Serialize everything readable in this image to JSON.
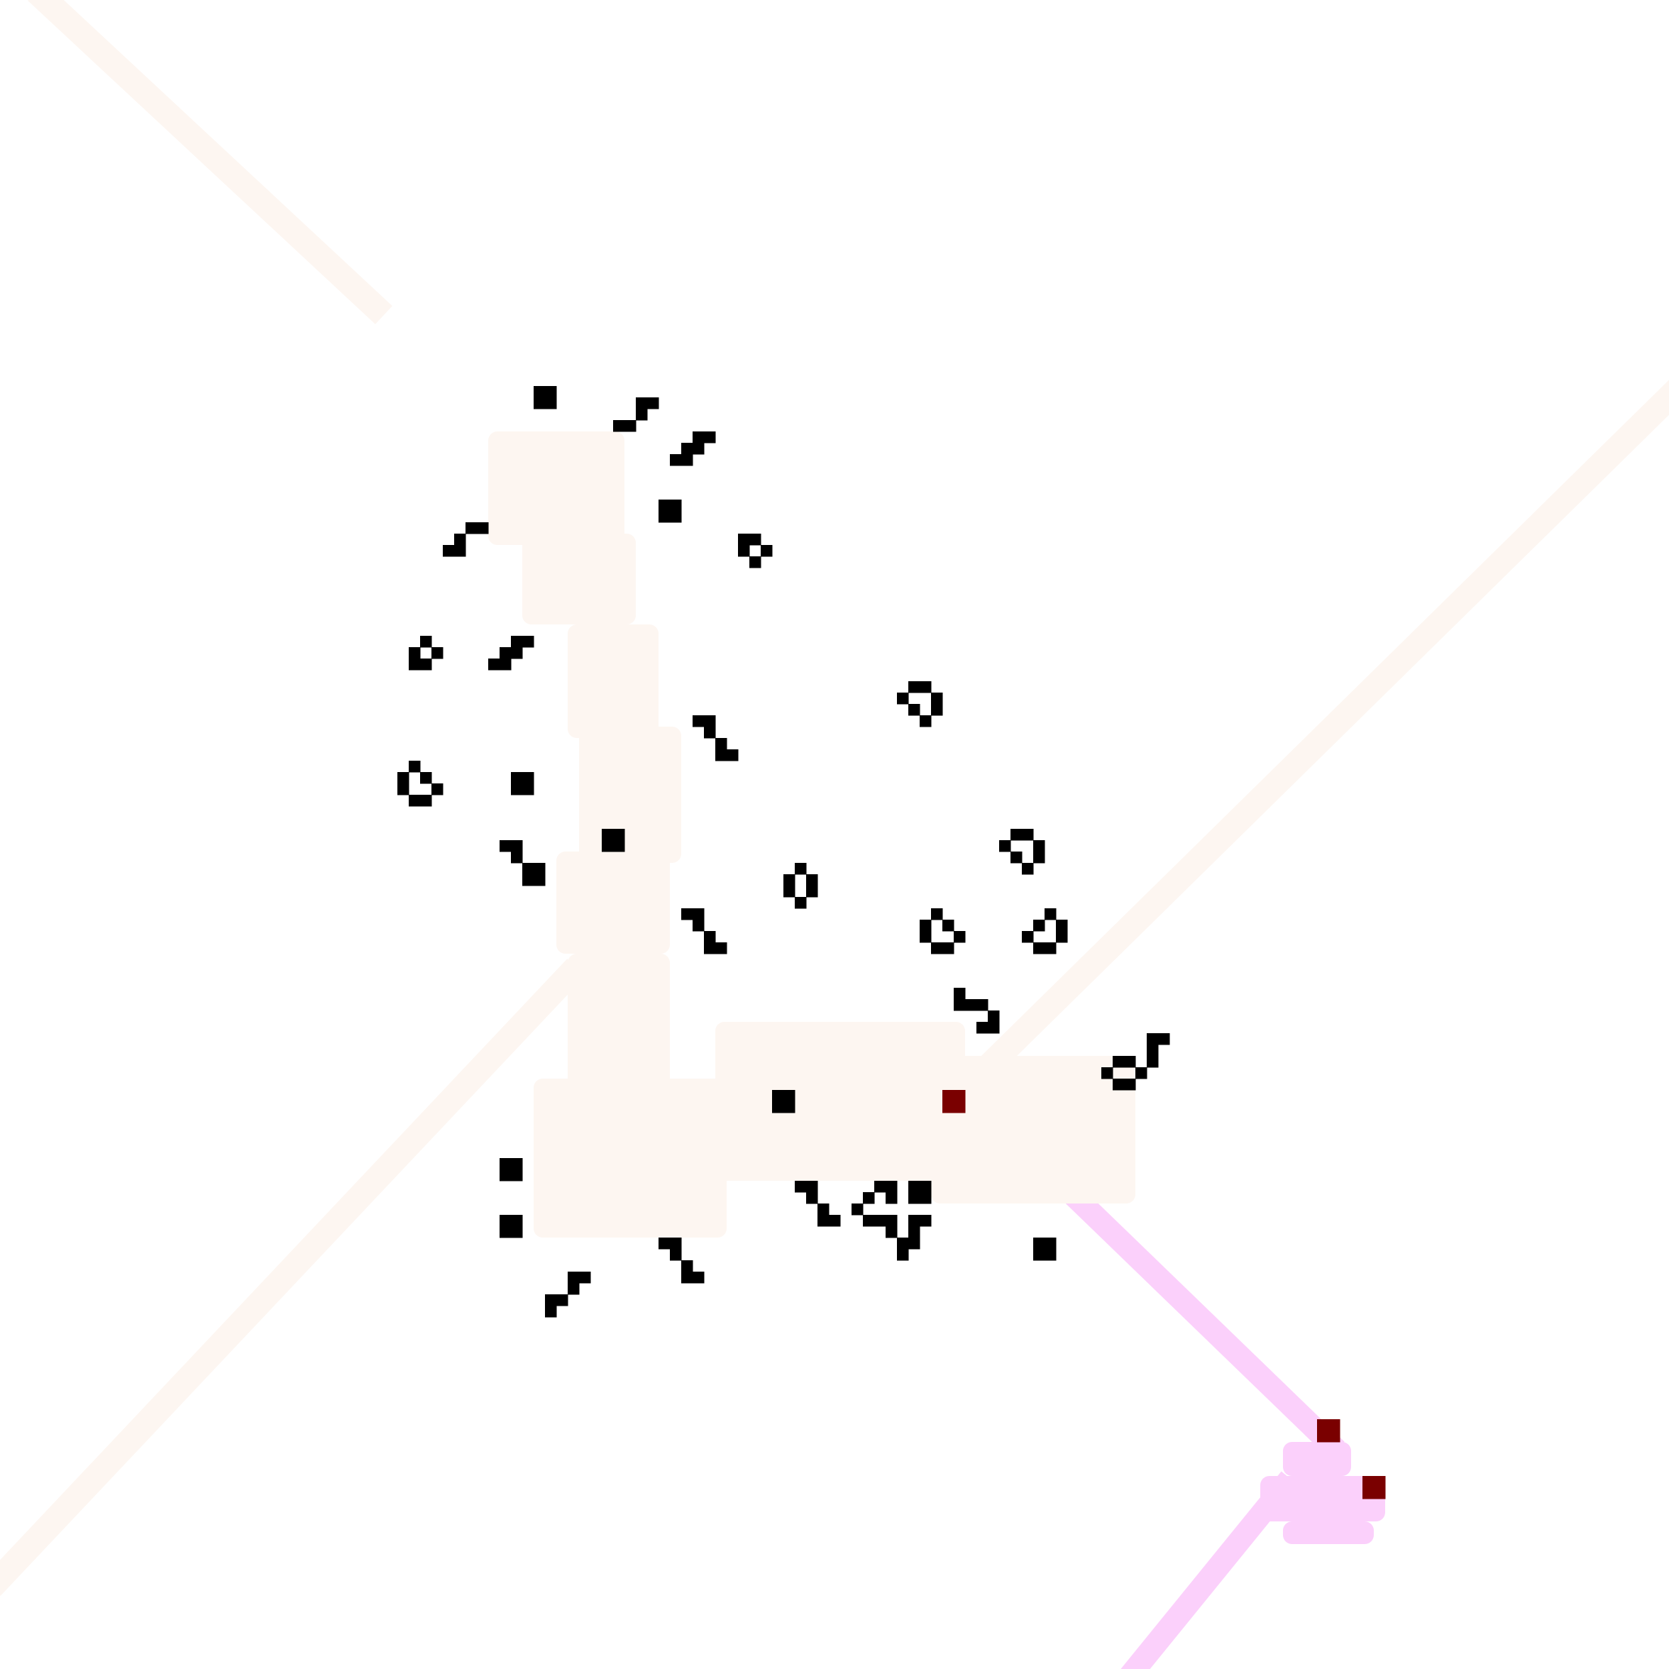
{
  "colors": {
    "background": "#ffffff",
    "trail": "#fdf6f1",
    "trail_highlight": "#fbd0fb",
    "cell_live": "#000000",
    "cell_marker": "#7a0000"
  },
  "grid": {
    "columns": 147,
    "rows": 147
  },
  "trails": [
    {
      "kind": "background-trail",
      "points": [
        [
          4,
          0
        ],
        [
          33,
          27
        ]
      ]
    },
    {
      "kind": "background-trail",
      "points": [
        [
          147,
          35
        ],
        [
          88,
          93
        ]
      ]
    },
    {
      "kind": "background-trail",
      "points": [
        [
          0,
          139
        ],
        [
          50,
          86
        ]
      ]
    },
    {
      "kind": "highlight-trail",
      "points": [
        [
          86,
          97
        ],
        [
          117,
          127
        ]
      ]
    },
    {
      "kind": "highlight-trail",
      "points": [
        [
          113,
          131
        ],
        [
          100,
          147
        ]
      ]
    }
  ],
  "regions": [
    {
      "kind": "background-blob",
      "cells": [
        [
          43,
          38,
          12,
          10
        ],
        [
          46,
          47,
          10,
          8
        ],
        [
          50,
          55,
          8,
          10
        ],
        [
          51,
          64,
          9,
          12
        ],
        [
          49,
          75,
          10,
          9
        ],
        [
          50,
          84,
          9,
          12
        ],
        [
          47,
          95,
          17,
          14
        ],
        [
          63,
          90,
          22,
          14
        ],
        [
          82,
          93,
          18,
          13
        ]
      ]
    },
    {
      "kind": "highlight-blob",
      "cells": [
        [
          113,
          127,
          6,
          3
        ],
        [
          111,
          130,
          11,
          4
        ],
        [
          113,
          134,
          8,
          2
        ]
      ]
    }
  ],
  "patterns": [
    {
      "name": "block",
      "cells": [
        [
          47,
          34
        ],
        [
          48,
          34
        ],
        [
          47,
          35
        ],
        [
          48,
          35
        ]
      ]
    },
    {
      "name": "glider",
      "cells": [
        [
          56,
          35
        ],
        [
          57,
          35
        ],
        [
          56,
          36
        ],
        [
          55,
          37
        ],
        [
          54,
          37
        ]
      ]
    },
    {
      "name": "glider",
      "cells": [
        [
          61,
          38
        ],
        [
          62,
          38
        ],
        [
          60,
          39
        ],
        [
          61,
          39
        ],
        [
          59,
          40
        ],
        [
          60,
          40
        ]
      ]
    },
    {
      "name": "block",
      "cells": [
        [
          58,
          44
        ],
        [
          59,
          44
        ],
        [
          58,
          45
        ],
        [
          59,
          45
        ]
      ]
    },
    {
      "name": "glider",
      "cells": [
        [
          41,
          46
        ],
        [
          42,
          46
        ],
        [
          40,
          47
        ],
        [
          40,
          48
        ],
        [
          39,
          48
        ]
      ]
    },
    {
      "name": "boat",
      "cells": [
        [
          65,
          47
        ],
        [
          66,
          47
        ],
        [
          65,
          48
        ],
        [
          67,
          48
        ],
        [
          66,
          49
        ]
      ]
    },
    {
      "name": "boat",
      "cells": [
        [
          37,
          56
        ],
        [
          36,
          57
        ],
        [
          38,
          57
        ],
        [
          36,
          58
        ],
        [
          37,
          58
        ]
      ]
    },
    {
      "name": "glider",
      "cells": [
        [
          45,
          56
        ],
        [
          46,
          56
        ],
        [
          44,
          57
        ],
        [
          45,
          57
        ],
        [
          43,
          58
        ],
        [
          44,
          58
        ]
      ]
    },
    {
      "name": "loaf",
      "cells": [
        [
          80,
          60
        ],
        [
          81,
          60
        ],
        [
          79,
          61
        ],
        [
          82,
          61
        ],
        [
          80,
          62
        ],
        [
          82,
          62
        ],
        [
          81,
          63
        ]
      ]
    },
    {
      "name": "glider",
      "cells": [
        [
          61,
          63
        ],
        [
          62,
          63
        ],
        [
          62,
          64
        ],
        [
          63,
          65
        ],
        [
          63,
          66
        ],
        [
          64,
          66
        ]
      ]
    },
    {
      "name": "loaf",
      "cells": [
        [
          36,
          67
        ],
        [
          35,
          68
        ],
        [
          37,
          68
        ],
        [
          35,
          69
        ],
        [
          38,
          69
        ],
        [
          36,
          70
        ],
        [
          37,
          70
        ]
      ]
    },
    {
      "name": "block",
      "cells": [
        [
          45,
          68
        ],
        [
          46,
          68
        ],
        [
          45,
          69
        ],
        [
          46,
          69
        ]
      ]
    },
    {
      "name": "block",
      "cells": [
        [
          53,
          73
        ],
        [
          54,
          73
        ],
        [
          53,
          74
        ],
        [
          54,
          74
        ]
      ]
    },
    {
      "name": "glider",
      "cells": [
        [
          44,
          74
        ],
        [
          45,
          74
        ],
        [
          45,
          75
        ],
        [
          46,
          76
        ],
        [
          47,
          76
        ],
        [
          46,
          77
        ],
        [
          47,
          77
        ]
      ]
    },
    {
      "name": "loaf",
      "cells": [
        [
          89,
          73
        ],
        [
          90,
          73
        ],
        [
          88,
          74
        ],
        [
          91,
          74
        ],
        [
          89,
          75
        ],
        [
          91,
          75
        ],
        [
          90,
          76
        ]
      ]
    },
    {
      "name": "beehive",
      "cells": [
        [
          70,
          76
        ],
        [
          69,
          77
        ],
        [
          71,
          77
        ],
        [
          69,
          78
        ],
        [
          71,
          78
        ],
        [
          70,
          79
        ]
      ]
    },
    {
      "name": "glider",
      "cells": [
        [
          60,
          80
        ],
        [
          61,
          80
        ],
        [
          61,
          81
        ],
        [
          62,
          82
        ],
        [
          62,
          83
        ],
        [
          63,
          83
        ]
      ]
    },
    {
      "name": "loaf",
      "cells": [
        [
          82,
          80
        ],
        [
          81,
          81
        ],
        [
          83,
          81
        ],
        [
          81,
          82
        ],
        [
          84,
          82
        ],
        [
          82,
          83
        ],
        [
          83,
          83
        ]
      ]
    },
    {
      "name": "loaf",
      "cells": [
        [
          92,
          80
        ],
        [
          91,
          81
        ],
        [
          93,
          81
        ],
        [
          90,
          82
        ],
        [
          93,
          82
        ],
        [
          91,
          83
        ],
        [
          92,
          83
        ]
      ]
    },
    {
      "name": "glider",
      "cells": [
        [
          84,
          87
        ],
        [
          84,
          88
        ],
        [
          85,
          88
        ],
        [
          86,
          88
        ],
        [
          87,
          89
        ],
        [
          86,
          90
        ],
        [
          87,
          90
        ]
      ]
    },
    {
      "name": "glider",
      "cells": [
        [
          101,
          91
        ],
        [
          102,
          91
        ],
        [
          101,
          92
        ],
        [
          98,
          93
        ],
        [
          99,
          93
        ],
        [
          101,
          93
        ],
        [
          97,
          94
        ],
        [
          100,
          94
        ],
        [
          98,
          95
        ],
        [
          99,
          95
        ]
      ]
    },
    {
      "name": "block",
      "cells": [
        [
          68,
          96
        ],
        [
          69,
          96
        ],
        [
          68,
          97
        ],
        [
          69,
          97
        ]
      ]
    },
    {
      "name": "marker",
      "color": "cell_marker",
      "cells": [
        [
          83,
          96
        ],
        [
          84,
          96
        ],
        [
          83,
          97
        ],
        [
          84,
          97
        ]
      ]
    },
    {
      "name": "block",
      "cells": [
        [
          44,
          102
        ],
        [
          45,
          102
        ],
        [
          44,
          103
        ],
        [
          45,
          103
        ]
      ]
    },
    {
      "name": "block",
      "cells": [
        [
          44,
          107
        ],
        [
          45,
          107
        ],
        [
          44,
          108
        ],
        [
          45,
          108
        ]
      ]
    },
    {
      "name": "glider",
      "cells": [
        [
          70,
          104
        ],
        [
          71,
          104
        ],
        [
          71,
          105
        ],
        [
          72,
          106
        ],
        [
          72,
          107
        ],
        [
          73,
          107
        ]
      ]
    },
    {
      "name": "block",
      "cells": [
        [
          80,
          104
        ],
        [
          81,
          104
        ],
        [
          80,
          105
        ],
        [
          81,
          105
        ]
      ]
    },
    {
      "name": "glider",
      "cells": [
        [
          77,
          104
        ],
        [
          78,
          104
        ],
        [
          76,
          105
        ],
        [
          78,
          105
        ],
        [
          75,
          106
        ]
      ]
    },
    {
      "name": "glider",
      "cells": [
        [
          76,
          107
        ],
        [
          77,
          107
        ],
        [
          78,
          107
        ],
        [
          80,
          107
        ],
        [
          81,
          107
        ],
        [
          78,
          108
        ],
        [
          80,
          108
        ],
        [
          79,
          109
        ],
        [
          80,
          109
        ],
        [
          79,
          110
        ]
      ]
    },
    {
      "name": "block",
      "cells": [
        [
          91,
          109
        ],
        [
          92,
          109
        ],
        [
          91,
          110
        ],
        [
          92,
          110
        ]
      ]
    },
    {
      "name": "glider",
      "cells": [
        [
          58,
          109
        ],
        [
          59,
          109
        ],
        [
          59,
          110
        ],
        [
          60,
          111
        ],
        [
          60,
          112
        ],
        [
          61,
          112
        ]
      ]
    },
    {
      "name": "glider",
      "cells": [
        [
          50,
          112
        ],
        [
          51,
          112
        ],
        [
          50,
          113
        ],
        [
          48,
          114
        ],
        [
          49,
          114
        ],
        [
          48,
          115
        ]
      ]
    },
    {
      "name": "marker",
      "color": "cell_marker",
      "cells": [
        [
          116,
          125
        ],
        [
          117,
          125
        ],
        [
          116,
          126
        ],
        [
          117,
          126
        ]
      ]
    },
    {
      "name": "marker",
      "color": "cell_marker",
      "cells": [
        [
          120,
          130
        ],
        [
          121,
          130
        ],
        [
          120,
          131
        ],
        [
          121,
          131
        ]
      ]
    }
  ]
}
